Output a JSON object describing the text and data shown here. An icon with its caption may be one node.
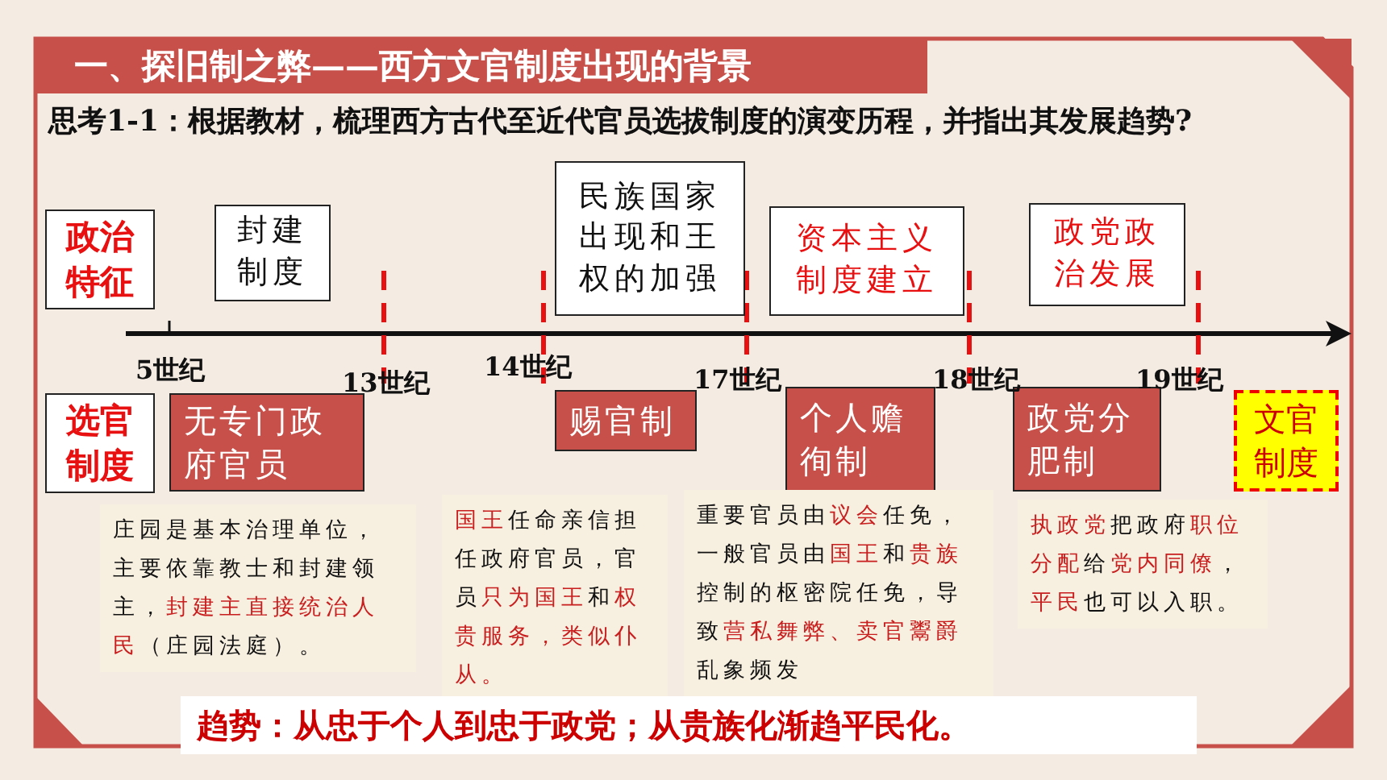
{
  "diagram": {
    "title": "一、探旧制之弊——西方文官制度出现的背景",
    "nodes": [
      {
        "text": [
          "政治特征"
        ]
      },
      {
        "text": [
          "封建制度"
        ]
      },
      {
        "text": [
          "民族国家出现和王权的加强"
        ]
      },
      {
        "text": [
          "资本主义制度建立"
        ]
      },
      {
        "text": [
          "政党政治发展"
        ]
      },
      {
        "text": [
          "选官制度"
        ]
      },
      {
        "text": [
          "无专门政府官员"
        ]
      },
      {
        "text": [
          "赐官制"
        ]
      },
      {
        "text": [
          "个人赡徇制"
        ]
      },
      {
        "text": [
          "政党分肥制"
        ]
      },
      {
        "text": [
          "文官制度"
        ]
      },
      {
        "text": [
          "庄园是基本治理单位，主要依靠教士和封建领主，**封建主直接统治人民**（庄园法庭）。"
        ]
      },
      {
        "text": [
          "**国王**任命亲信担任政府官员，官员**只为国王**和**权贵服务，类似仆从。**"
        ]
      },
      {
        "text": [
          "重要官员由**议会**任免，一般官员由**国王**和**贵族**控制的枢密院任免，导致**营私舞弊、卖官鬻爵**乱象频发"
        ]
      },
      {
        "text": [
          "**执政党**把政府**职位分配**给**党内同僚**，**平民**也可以入职。"
        ]
      },
      {
        "text": [
          "趋势：从忠于个人到忠于政党；从贵族化渐趋平民化。"
        ]
      }
    ],
    "labels": [
      "思考1-1：根据教材，梳理西方古代至近代官员选拔制度的演变历程，并指出其发展趋势?",
      "5世纪",
      "13世纪",
      "14世纪",
      "17世纪",
      "18世纪",
      "19世纪"
    ]
  }
}
